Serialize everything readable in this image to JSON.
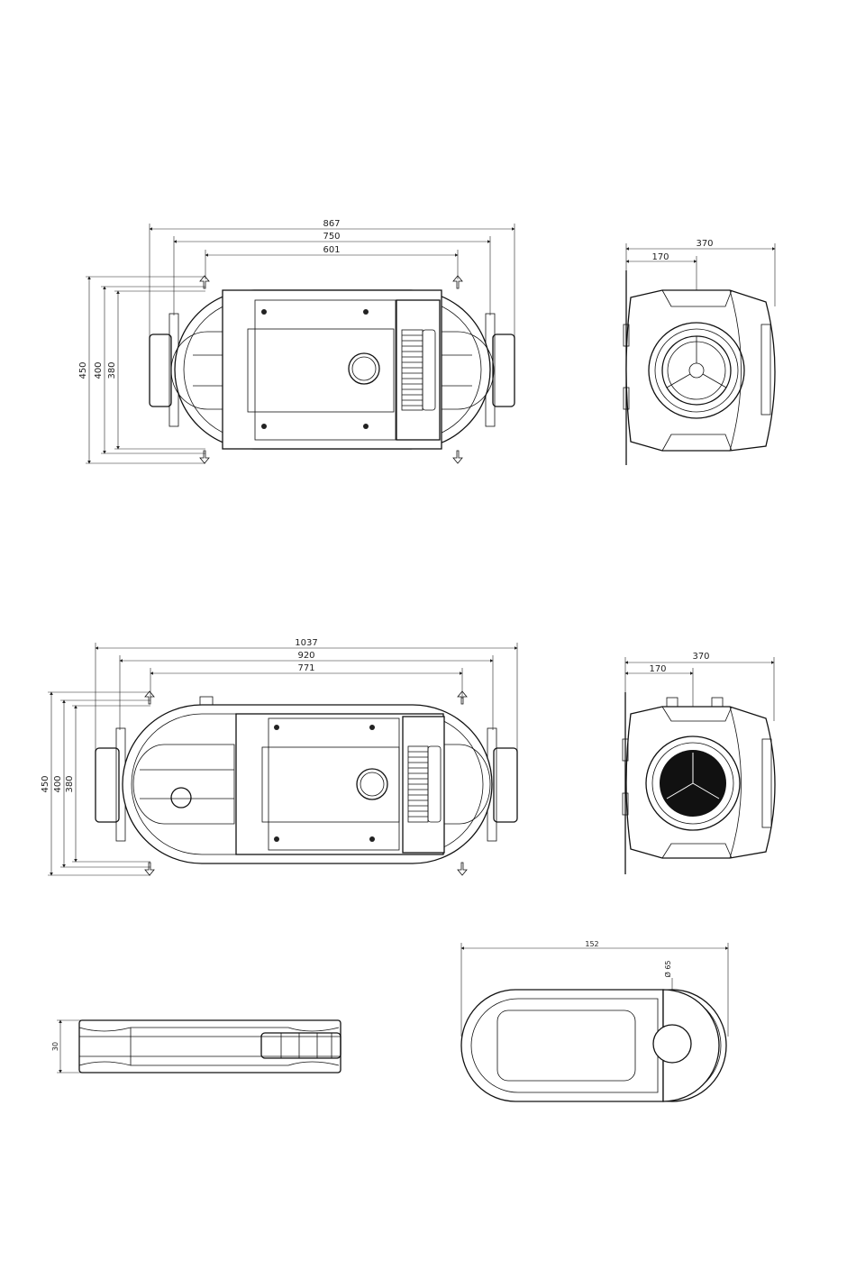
{
  "drawing": {
    "top_view_1": {
      "dims": {
        "d867": "867",
        "d750": "750",
        "d601": "601",
        "d450": "450",
        "d400": "400",
        "d380": "380"
      }
    },
    "side_view_1": {
      "dims": {
        "d370": "370",
        "d170": "170"
      }
    },
    "top_view_2": {
      "dims": {
        "d1037": "1037",
        "d920": "920",
        "d771": "771",
        "d450": "450",
        "d400": "400",
        "d380": "380"
      }
    },
    "side_view_2": {
      "dims": {
        "d370": "370",
        "d170": "170"
      }
    },
    "controller_side": {
      "dims": {
        "d30": "30"
      }
    },
    "controller_front": {
      "dims": {
        "d152": "152",
        "phi65": "Ø 65"
      }
    }
  }
}
